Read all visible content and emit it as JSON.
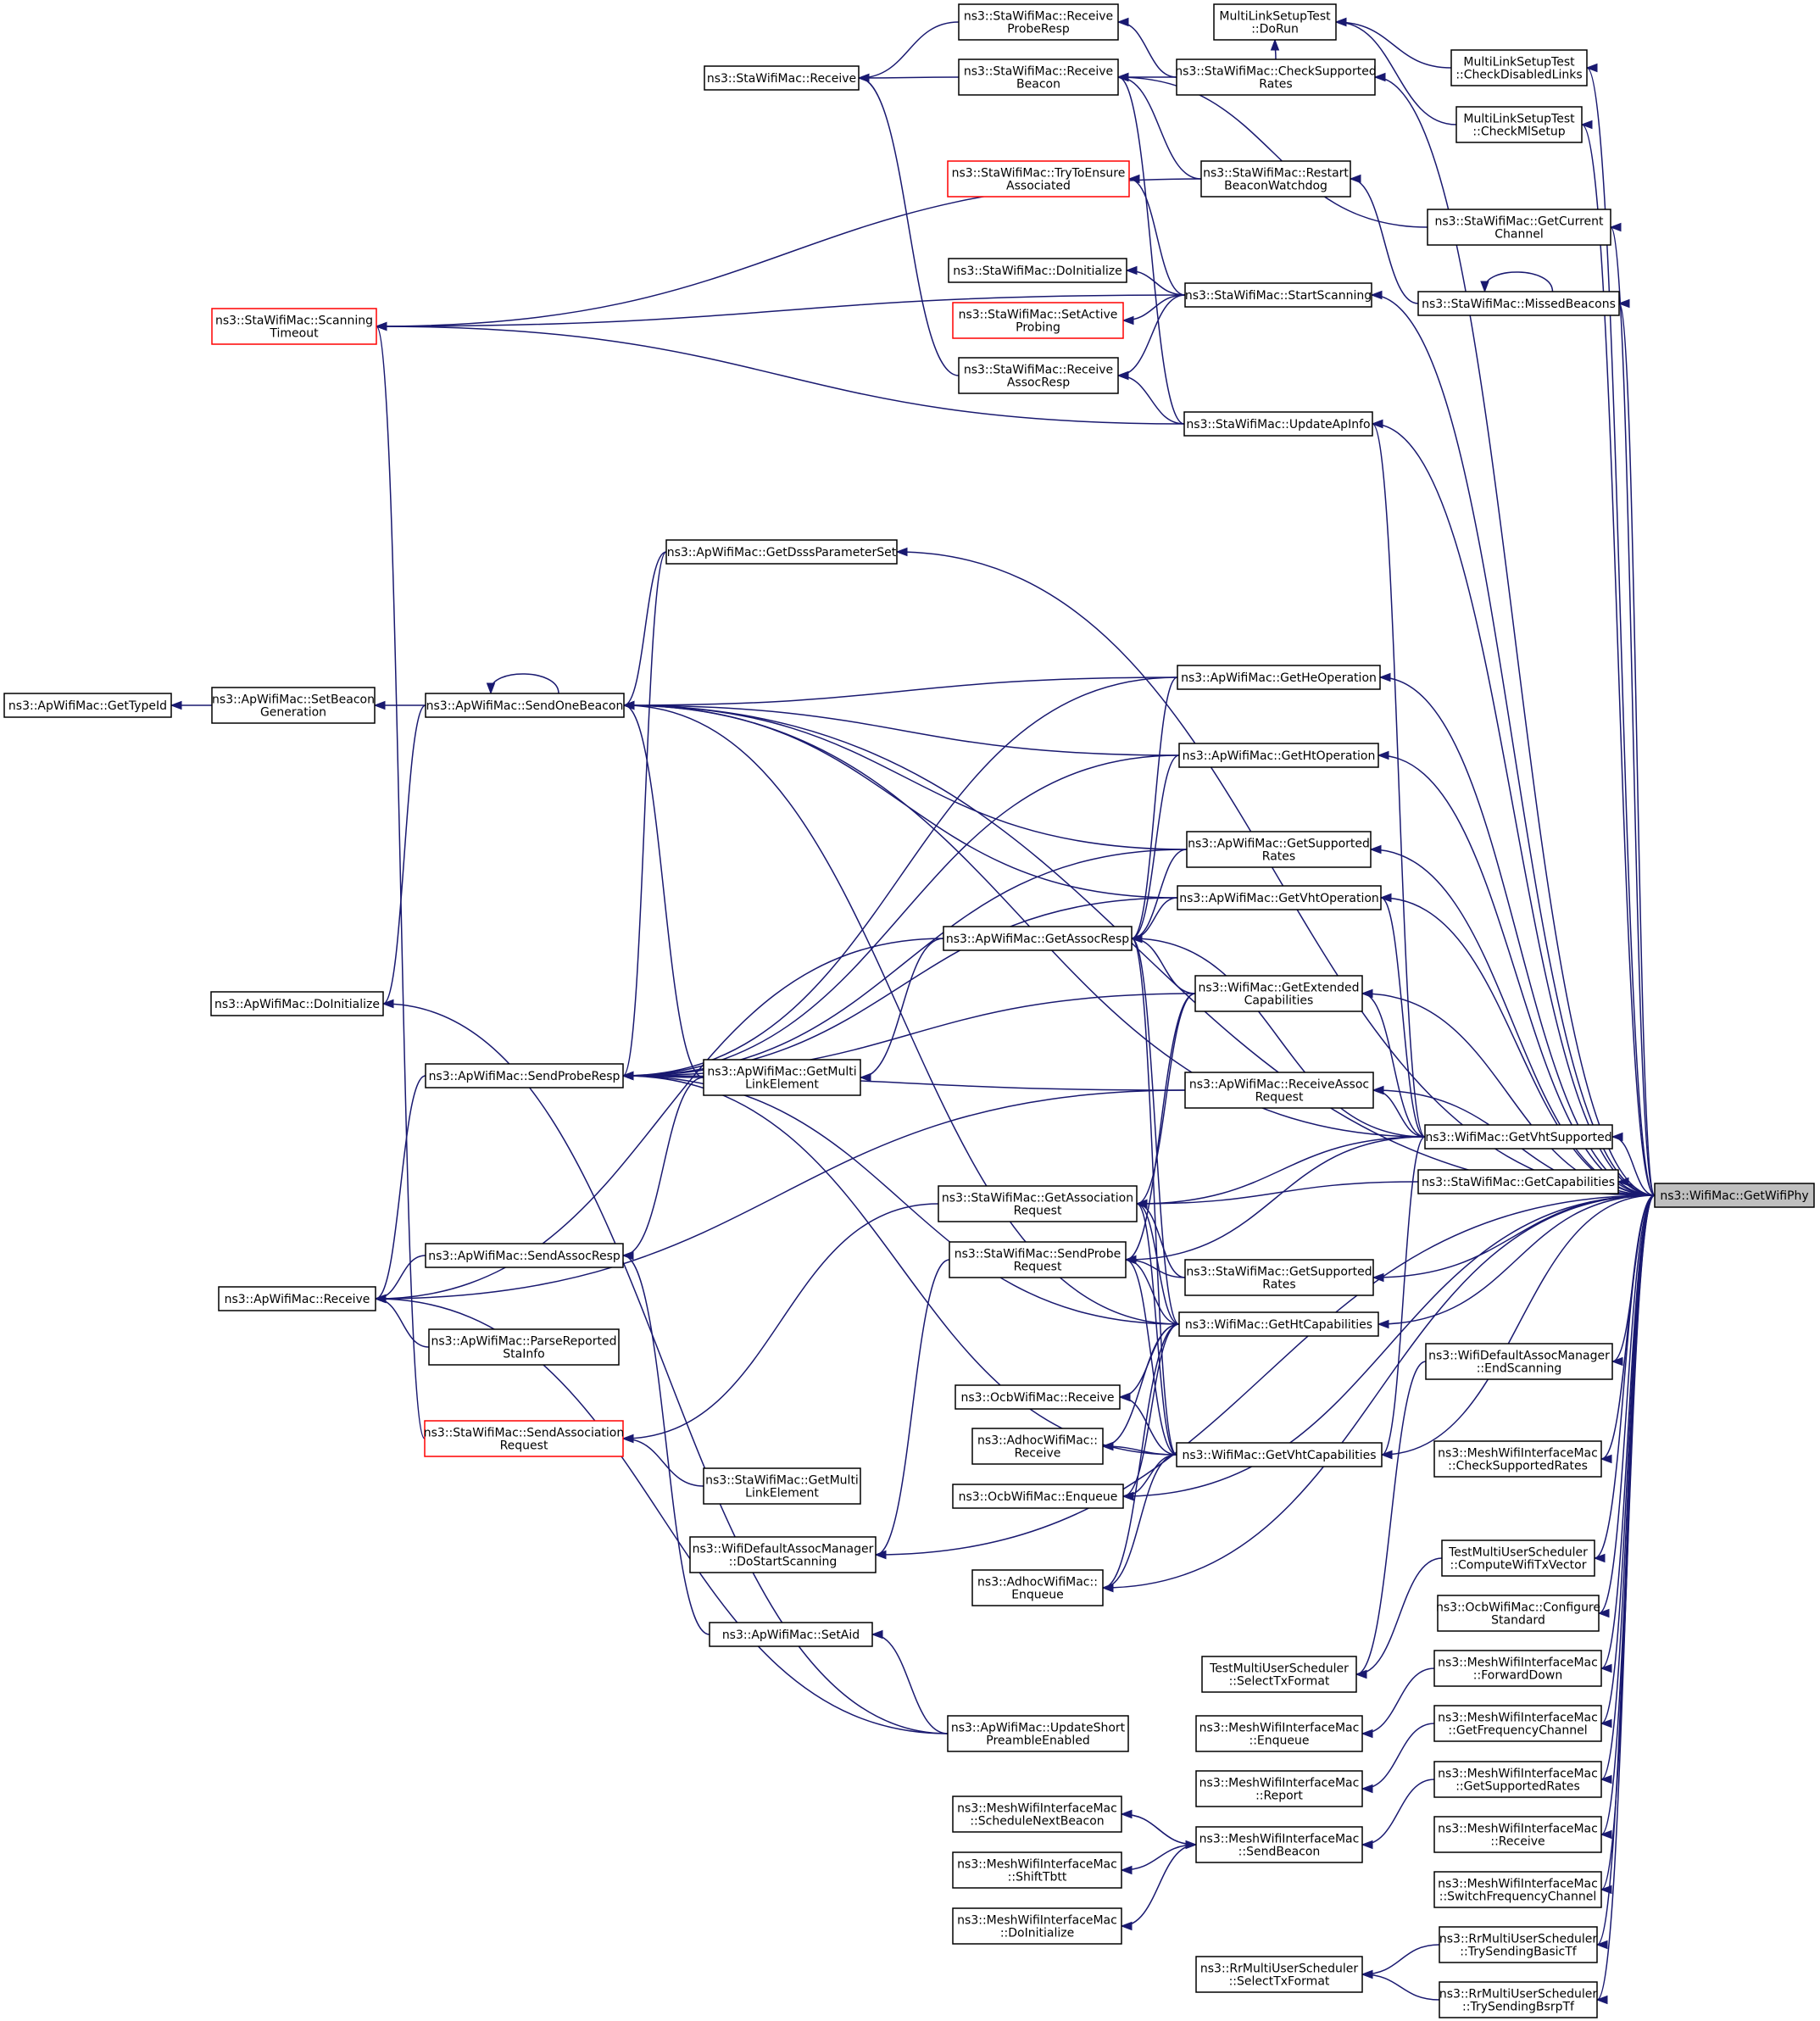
{
  "colors": {
    "edge": "#191970",
    "node_border": "#000000",
    "node_border_incomplete": "#ff0000",
    "selected_fill": "#bfbfbf"
  },
  "nodes": [
    {
      "id": "get_wifi_phy",
      "lines": [
        "ns3::WifiMac::GetWifiPhy"
      ],
      "state": "selected"
    },
    {
      "id": "ap_get_type_id",
      "lines": [
        "ns3::ApWifiMac::GetTypeId"
      ]
    },
    {
      "id": "ap_set_beacon_generation",
      "lines": [
        "ns3::ApWifiMac::SetBeacon",
        "Generation"
      ]
    },
    {
      "id": "ap_send_one_beacon",
      "lines": [
        "ns3::ApWifiMac::SendOneBeacon"
      ]
    },
    {
      "id": "ap_do_initialize",
      "lines": [
        "ns3::ApWifiMac::DoInitialize"
      ]
    },
    {
      "id": "ap_send_probe_resp",
      "lines": [
        "ns3::ApWifiMac::SendProbeResp"
      ]
    },
    {
      "id": "ap_receive",
      "lines": [
        "ns3::ApWifiMac::Receive"
      ]
    },
    {
      "id": "ap_send_assoc_resp",
      "lines": [
        "ns3::ApWifiMac::SendAssocResp"
      ]
    },
    {
      "id": "ap_parse_reported_sta_info",
      "lines": [
        "ns3::ApWifiMac::ParseReported",
        "StaInfo"
      ]
    },
    {
      "id": "sta_scanning_timeout",
      "lines": [
        "ns3::StaWifiMac::Scanning",
        "Timeout"
      ],
      "state": "incomplete"
    },
    {
      "id": "sta_send_association_request",
      "lines": [
        "ns3::StaWifiMac::SendAssociation",
        "Request"
      ],
      "state": "incomplete"
    },
    {
      "id": "ap_set_aid",
      "lines": [
        "ns3::ApWifiMac::SetAid"
      ]
    },
    {
      "id": "ap_update_short_preamble",
      "lines": [
        "ns3::ApWifiMac::UpdateShort",
        "PreambleEnabled"
      ]
    },
    {
      "id": "sta_receive",
      "lines": [
        "ns3::StaWifiMac::Receive"
      ]
    },
    {
      "id": "sta_receive_probe_resp",
      "lines": [
        "ns3::StaWifiMac::Receive",
        "ProbeResp"
      ]
    },
    {
      "id": "sta_receive_beacon",
      "lines": [
        "ns3::StaWifiMac::Receive",
        "Beacon"
      ]
    },
    {
      "id": "sta_try_to_ensure_associated",
      "lines": [
        "ns3::StaWifiMac::TryToEnsure",
        "Associated"
      ],
      "state": "incomplete"
    },
    {
      "id": "sta_do_initialize",
      "lines": [
        "ns3::StaWifiMac::DoInitialize"
      ]
    },
    {
      "id": "sta_set_active_probing",
      "lines": [
        "ns3::StaWifiMac::SetActive",
        "Probing"
      ],
      "state": "incomplete"
    },
    {
      "id": "sta_receive_assoc_resp",
      "lines": [
        "ns3::StaWifiMac::Receive",
        "AssocResp"
      ]
    },
    {
      "id": "ap_get_dsss_parameter_set",
      "lines": [
        "ns3::ApWifiMac::GetDsssParameterSet"
      ]
    },
    {
      "id": "ap_get_multi_link_element",
      "lines": [
        "ns3::ApWifiMac::GetMulti",
        "LinkElement"
      ]
    },
    {
      "id": "ap_get_assoc_resp",
      "lines": [
        "ns3::ApWifiMac::GetAssocResp"
      ]
    },
    {
      "id": "sta_get_association_request",
      "lines": [
        "ns3::StaWifiMac::GetAssociation",
        "Request"
      ]
    },
    {
      "id": "sta_send_probe_request",
      "lines": [
        "ns3::StaWifiMac::SendProbe",
        "Request"
      ]
    },
    {
      "id": "ocb_receive",
      "lines": [
        "ns3::OcbWifiMac::Receive"
      ]
    },
    {
      "id": "adhoc_receive",
      "lines": [
        "ns3::AdhocWifiMac::",
        "Receive"
      ]
    },
    {
      "id": "ocb_enqueue",
      "lines": [
        "ns3::OcbWifiMac::Enqueue"
      ]
    },
    {
      "id": "sta_get_multi_link_element",
      "lines": [
        "ns3::StaWifiMac::GetMulti",
        "LinkElement"
      ]
    },
    {
      "id": "default_assoc_do_start_scanning",
      "lines": [
        "ns3::WifiDefaultAssocManager",
        "::DoStartScanning"
      ]
    },
    {
      "id": "adhoc_enqueue",
      "lines": [
        "ns3::AdhocWifiMac::",
        "Enqueue"
      ]
    },
    {
      "id": "mesh_schedule_next_beacon",
      "lines": [
        "ns3::MeshWifiInterfaceMac",
        "::ScheduleNextBeacon"
      ]
    },
    {
      "id": "mesh_shift_tbtt",
      "lines": [
        "ns3::MeshWifiInterfaceMac",
        "::ShiftTbtt"
      ]
    },
    {
      "id": "mesh_do_initialize",
      "lines": [
        "ns3::MeshWifiInterfaceMac",
        "::DoInitialize"
      ]
    },
    {
      "id": "mlst_do_run",
      "lines": [
        "MultiLinkSetupTest",
        "::DoRun"
      ]
    },
    {
      "id": "sta_check_supported_rates",
      "lines": [
        "ns3::StaWifiMac::CheckSupported",
        "Rates"
      ]
    },
    {
      "id": "sta_restart_beacon_watchdog",
      "lines": [
        "ns3::StaWifiMac::Restart",
        "BeaconWatchdog"
      ]
    },
    {
      "id": "sta_start_scanning",
      "lines": [
        "ns3::StaWifiMac::StartScanning"
      ]
    },
    {
      "id": "sta_update_ap_info",
      "lines": [
        "ns3::StaWifiMac::UpdateApInfo"
      ]
    },
    {
      "id": "ap_get_he_operation",
      "lines": [
        "ns3::ApWifiMac::GetHeOperation"
      ]
    },
    {
      "id": "ap_get_ht_operation",
      "lines": [
        "ns3::ApWifiMac::GetHtOperation"
      ]
    },
    {
      "id": "ap_get_supported_rates",
      "lines": [
        "ns3::ApWifiMac::GetSupported",
        "Rates"
      ]
    },
    {
      "id": "ap_get_vht_operation",
      "lines": [
        "ns3::ApWifiMac::GetVhtOperation"
      ]
    },
    {
      "id": "wifi_get_extended_capabilities",
      "lines": [
        "ns3::WifiMac::GetExtended",
        "Capabilities"
      ]
    },
    {
      "id": "ap_receive_assoc_request",
      "lines": [
        "ns3::ApWifiMac::ReceiveAssoc",
        "Request"
      ]
    },
    {
      "id": "sta_get_supported_rates",
      "lines": [
        "ns3::StaWifiMac::GetSupported",
        "Rates"
      ]
    },
    {
      "id": "wifi_get_ht_capabilities",
      "lines": [
        "ns3::WifiMac::GetHtCapabilities"
      ]
    },
    {
      "id": "wifi_get_vht_capabilities",
      "lines": [
        "ns3::WifiMac::GetVhtCapabilities"
      ]
    },
    {
      "id": "test_select_tx_format",
      "lines": [
        "TestMultiUserScheduler",
        "::SelectTxFormat"
      ]
    },
    {
      "id": "mesh_enqueue",
      "lines": [
        "ns3::MeshWifiInterfaceMac",
        "::Enqueue"
      ]
    },
    {
      "id": "mesh_report",
      "lines": [
        "ns3::MeshWifiInterfaceMac",
        "::Report"
      ]
    },
    {
      "id": "mesh_send_beacon",
      "lines": [
        "ns3::MeshWifiInterfaceMac",
        "::SendBeacon"
      ]
    },
    {
      "id": "rr_select_tx_format",
      "lines": [
        "ns3::RrMultiUserScheduler",
        "::SelectTxFormat"
      ]
    },
    {
      "id": "mlst_check_disabled_links",
      "lines": [
        "MultiLinkSetupTest",
        "::CheckDisabledLinks"
      ]
    },
    {
      "id": "mlst_check_ml_setup",
      "lines": [
        "MultiLinkSetupTest",
        "::CheckMlSetup"
      ]
    },
    {
      "id": "sta_get_current_channel",
      "lines": [
        "ns3::StaWifiMac::GetCurrent",
        "Channel"
      ]
    },
    {
      "id": "sta_missed_beacons",
      "lines": [
        "ns3::StaWifiMac::MissedBeacons"
      ]
    },
    {
      "id": "wifi_get_vht_supported",
      "lines": [
        "ns3::WifiMac::GetVhtSupported"
      ]
    },
    {
      "id": "sta_get_capabilities",
      "lines": [
        "ns3::StaWifiMac::GetCapabilities"
      ]
    },
    {
      "id": "default_assoc_end_scanning",
      "lines": [
        "ns3::WifiDefaultAssocManager",
        "::EndScanning"
      ]
    },
    {
      "id": "mesh_check_supported_rates",
      "lines": [
        "ns3::MeshWifiInterfaceMac",
        "::CheckSupportedRates"
      ]
    },
    {
      "id": "test_compute_wifi_tx_vector",
      "lines": [
        "TestMultiUserScheduler",
        "::ComputeWifiTxVector"
      ]
    },
    {
      "id": "ocb_configure_standard",
      "lines": [
        "ns3::OcbWifiMac::Configure",
        "Standard"
      ]
    },
    {
      "id": "mesh_forward_down",
      "lines": [
        "ns3::MeshWifiInterfaceMac",
        "::ForwardDown"
      ]
    },
    {
      "id": "mesh_get_frequency_channel",
      "lines": [
        "ns3::MeshWifiInterfaceMac",
        "::GetFrequencyChannel"
      ]
    },
    {
      "id": "mesh_get_supported_rates",
      "lines": [
        "ns3::MeshWifiInterfaceMac",
        "::GetSupportedRates"
      ]
    },
    {
      "id": "mesh_receive",
      "lines": [
        "ns3::MeshWifiInterfaceMac",
        "::Receive"
      ]
    },
    {
      "id": "mesh_switch_frequency_channel",
      "lines": [
        "ns3::MeshWifiInterfaceMac",
        "::SwitchFrequencyChannel"
      ]
    },
    {
      "id": "rr_try_sending_basic_tf",
      "lines": [
        "ns3::RrMultiUserScheduler",
        "::TrySendingBasicTf"
      ]
    },
    {
      "id": "rr_try_sending_bsrp_tf",
      "lines": [
        "ns3::RrMultiUserScheduler",
        "::TrySendingBsrpTf"
      ]
    }
  ],
  "edges": [
    [
      "ap_set_beacon_generation",
      "ap_get_type_id"
    ],
    [
      "ap_send_one_beacon",
      "ap_set_beacon_generation"
    ],
    [
      "ap_send_one_beacon",
      "ap_send_one_beacon"
    ],
    [
      "ap_send_one_beacon",
      "ap_do_initialize"
    ],
    [
      "ap_send_probe_resp",
      "ap_receive"
    ],
    [
      "ap_send_assoc_resp",
      "ap_receive"
    ],
    [
      "ap_parse_reported_sta_info",
      "ap_receive"
    ],
    [
      "ap_update_short_preamble",
      "ap_receive"
    ],
    [
      "ap_update_short_preamble",
      "ap_do_initialize"
    ],
    [
      "ap_update_short_preamble",
      "ap_set_aid"
    ],
    [
      "ap_set_aid",
      "ap_send_assoc_resp"
    ],
    [
      "sta_send_association_request",
      "sta_scanning_timeout"
    ],
    [
      "sta_receive_probe_resp",
      "sta_receive"
    ],
    [
      "sta_receive_beacon",
      "sta_receive"
    ],
    [
      "sta_receive_assoc_resp",
      "sta_receive"
    ],
    [
      "ap_get_dsss_parameter_set",
      "ap_send_one_beacon"
    ],
    [
      "ap_get_dsss_parameter_set",
      "ap_send_probe_resp"
    ],
    [
      "ap_get_multi_link_element",
      "ap_send_one_beacon"
    ],
    [
      "ap_get_multi_link_element",
      "ap_send_probe_resp"
    ],
    [
      "ap_get_multi_link_element",
      "ap_send_assoc_resp"
    ],
    [
      "ap_get_assoc_resp",
      "ap_get_multi_link_element"
    ],
    [
      "ap_get_assoc_resp",
      "ap_receive"
    ],
    [
      "sta_get_association_request",
      "sta_send_association_request"
    ],
    [
      "sta_get_multi_link_element",
      "sta_send_association_request"
    ],
    [
      "sta_send_probe_request",
      "default_assoc_do_start_scanning"
    ],
    [
      "sta_check_supported_rates",
      "sta_receive_probe_resp"
    ],
    [
      "sta_check_supported_rates",
      "sta_receive_beacon"
    ],
    [
      "sta_check_supported_rates",
      "mlst_do_run"
    ],
    [
      "sta_restart_beacon_watchdog",
      "sta_receive_beacon"
    ],
    [
      "sta_restart_beacon_watchdog",
      "sta_scanning_timeout"
    ],
    [
      "sta_start_scanning",
      "sta_try_to_ensure_associated"
    ],
    [
      "sta_start_scanning",
      "sta_do_initialize"
    ],
    [
      "sta_start_scanning",
      "sta_set_active_probing"
    ],
    [
      "sta_start_scanning",
      "sta_receive_assoc_resp"
    ],
    [
      "sta_start_scanning",
      "sta_scanning_timeout"
    ],
    [
      "sta_update_ap_info",
      "sta_receive_beacon"
    ],
    [
      "sta_update_ap_info",
      "sta_receive_assoc_resp"
    ],
    [
      "sta_update_ap_info",
      "sta_scanning_timeout"
    ],
    [
      "ap_get_he_operation",
      "ap_send_one_beacon"
    ],
    [
      "ap_get_he_operation",
      "ap_send_probe_resp"
    ],
    [
      "ap_get_he_operation",
      "ap_get_assoc_resp"
    ],
    [
      "ap_get_ht_operation",
      "ap_send_one_beacon"
    ],
    [
      "ap_get_ht_operation",
      "ap_send_probe_resp"
    ],
    [
      "ap_get_ht_operation",
      "ap_get_assoc_resp"
    ],
    [
      "ap_get_supported_rates",
      "ap_send_one_beacon"
    ],
    [
      "ap_get_supported_rates",
      "ap_send_probe_resp"
    ],
    [
      "ap_get_supported_rates",
      "ap_get_assoc_resp"
    ],
    [
      "ap_get_vht_operation",
      "ap_send_one_beacon"
    ],
    [
      "ap_get_vht_operation",
      "ap_send_probe_resp"
    ],
    [
      "ap_get_vht_operation",
      "ap_get_assoc_resp"
    ],
    [
      "wifi_get_extended_capabilities",
      "ap_send_probe_resp"
    ],
    [
      "wifi_get_extended_capabilities",
      "ap_get_assoc_resp"
    ],
    [
      "wifi_get_extended_capabilities",
      "sta_get_association_request"
    ],
    [
      "wifi_get_extended_capabilities",
      "sta_send_probe_request"
    ],
    [
      "ap_receive_assoc_request",
      "ap_receive"
    ],
    [
      "ap_receive_assoc_request",
      "ap_send_probe_resp"
    ],
    [
      "sta_get_supported_rates",
      "sta_get_association_request"
    ],
    [
      "sta_get_supported_rates",
      "sta_send_probe_request"
    ],
    [
      "wifi_get_ht_capabilities",
      "ap_send_one_beacon"
    ],
    [
      "wifi_get_ht_capabilities",
      "ap_send_probe_resp"
    ],
    [
      "wifi_get_ht_capabilities",
      "ap_get_assoc_resp"
    ],
    [
      "wifi_get_ht_capabilities",
      "sta_get_association_request"
    ],
    [
      "wifi_get_ht_capabilities",
      "sta_send_probe_request"
    ],
    [
      "wifi_get_ht_capabilities",
      "ocb_receive"
    ],
    [
      "wifi_get_ht_capabilities",
      "adhoc_receive"
    ],
    [
      "wifi_get_ht_capabilities",
      "ocb_enqueue"
    ],
    [
      "wifi_get_ht_capabilities",
      "adhoc_enqueue"
    ],
    [
      "wifi_get_vht_capabilities",
      "ap_send_probe_resp"
    ],
    [
      "wifi_get_vht_capabilities",
      "ap_get_assoc_resp"
    ],
    [
      "wifi_get_vht_capabilities",
      "sta_get_association_request"
    ],
    [
      "wifi_get_vht_capabilities",
      "sta_send_probe_request"
    ],
    [
      "wifi_get_vht_capabilities",
      "ocb_receive"
    ],
    [
      "wifi_get_vht_capabilities",
      "adhoc_receive"
    ],
    [
      "wifi_get_vht_capabilities",
      "ocb_enqueue"
    ],
    [
      "wifi_get_vht_capabilities",
      "adhoc_enqueue"
    ],
    [
      "mesh_send_beacon",
      "mesh_schedule_next_beacon"
    ],
    [
      "mesh_send_beacon",
      "mesh_shift_tbtt"
    ],
    [
      "mesh_send_beacon",
      "mesh_do_initialize"
    ],
    [
      "mesh_schedule_next_beacon",
      "mesh_send_beacon"
    ],
    [
      "mlst_check_disabled_links",
      "mlst_do_run"
    ],
    [
      "mlst_check_ml_setup",
      "mlst_do_run"
    ],
    [
      "sta_get_current_channel",
      "sta_receive_beacon"
    ],
    [
      "sta_missed_beacons",
      "sta_missed_beacons"
    ],
    [
      "sta_missed_beacons",
      "sta_restart_beacon_watchdog"
    ],
    [
      "wifi_get_vht_supported",
      "sta_update_ap_info"
    ],
    [
      "wifi_get_vht_supported",
      "ap_send_one_beacon"
    ],
    [
      "wifi_get_vht_supported",
      "ap_get_vht_operation"
    ],
    [
      "wifi_get_vht_supported",
      "wifi_get_extended_capabilities"
    ],
    [
      "wifi_get_vht_supported",
      "ap_receive_assoc_request"
    ],
    [
      "wifi_get_vht_supported",
      "sta_get_association_request"
    ],
    [
      "wifi_get_vht_supported",
      "sta_send_probe_request"
    ],
    [
      "wifi_get_vht_supported",
      "wifi_get_vht_capabilities"
    ],
    [
      "wifi_get_vht_supported",
      "ap_get_assoc_resp"
    ],
    [
      "sta_get_capabilities",
      "sta_get_association_request"
    ],
    [
      "default_assoc_end_scanning",
      "test_select_tx_format"
    ],
    [
      "test_compute_wifi_tx_vector",
      "test_select_tx_format"
    ],
    [
      "mesh_forward_down",
      "mesh_enqueue"
    ],
    [
      "mesh_get_frequency_channel",
      "mesh_report"
    ],
    [
      "mesh_get_supported_rates",
      "mesh_send_beacon"
    ],
    [
      "rr_try_sending_basic_tf",
      "rr_select_tx_format"
    ],
    [
      "rr_try_sending_bsrp_tf",
      "rr_select_tx_format"
    ],
    [
      "get_wifi_phy",
      "mlst_check_disabled_links"
    ],
    [
      "get_wifi_phy",
      "mlst_check_ml_setup"
    ],
    [
      "get_wifi_phy",
      "sta_check_supported_rates"
    ],
    [
      "get_wifi_phy",
      "sta_get_current_channel"
    ],
    [
      "get_wifi_phy",
      "sta_missed_beacons"
    ],
    [
      "get_wifi_phy",
      "sta_start_scanning"
    ],
    [
      "get_wifi_phy",
      "sta_update_ap_info"
    ],
    [
      "get_wifi_phy",
      "ap_send_one_beacon"
    ],
    [
      "get_wifi_phy",
      "ap_get_dsss_parameter_set"
    ],
    [
      "get_wifi_phy",
      "ap_get_he_operation"
    ],
    [
      "get_wifi_phy",
      "ap_get_ht_operation"
    ],
    [
      "get_wifi_phy",
      "ap_get_supported_rates"
    ],
    [
      "get_wifi_phy",
      "ap_get_vht_operation"
    ],
    [
      "get_wifi_phy",
      "wifi_get_extended_capabilities"
    ],
    [
      "get_wifi_phy",
      "ap_receive_assoc_request"
    ],
    [
      "get_wifi_phy",
      "wifi_get_vht_supported"
    ],
    [
      "get_wifi_phy",
      "sta_get_capabilities"
    ],
    [
      "get_wifi_phy",
      "sta_get_supported_rates"
    ],
    [
      "get_wifi_phy",
      "wifi_get_ht_capabilities"
    ],
    [
      "get_wifi_phy",
      "default_assoc_end_scanning"
    ],
    [
      "get_wifi_phy",
      "mesh_check_supported_rates"
    ],
    [
      "get_wifi_phy",
      "wifi_get_vht_capabilities"
    ],
    [
      "get_wifi_phy",
      "test_compute_wifi_tx_vector"
    ],
    [
      "get_wifi_phy",
      "ocb_configure_standard"
    ],
    [
      "get_wifi_phy",
      "mesh_forward_down"
    ],
    [
      "get_wifi_phy",
      "mesh_get_frequency_channel"
    ],
    [
      "get_wifi_phy",
      "mesh_get_supported_rates"
    ],
    [
      "get_wifi_phy",
      "mesh_receive"
    ],
    [
      "get_wifi_phy",
      "mesh_switch_frequency_channel"
    ],
    [
      "get_wifi_phy",
      "rr_try_sending_basic_tf"
    ],
    [
      "get_wifi_phy",
      "rr_try_sending_bsrp_tf"
    ],
    [
      "get_wifi_phy",
      "ocb_enqueue"
    ],
    [
      "get_wifi_phy",
      "adhoc_enqueue"
    ],
    [
      "get_wifi_phy",
      "default_assoc_do_start_scanning"
    ]
  ]
}
